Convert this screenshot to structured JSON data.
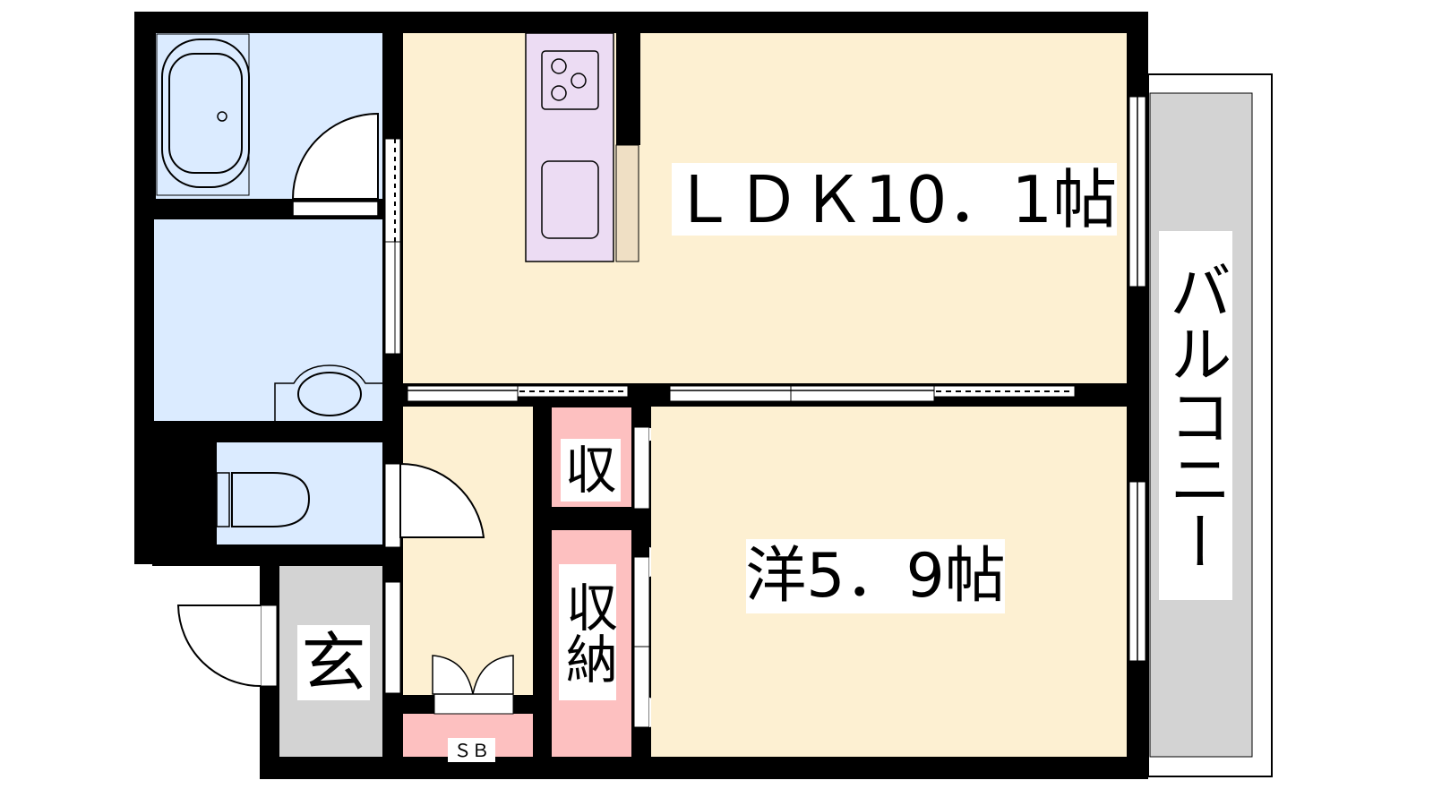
{
  "rooms": {
    "ldk": "ＬＤＫ10．1帖",
    "western": "洋5．9帖",
    "balcony": "バルコニー",
    "storage_small": "収",
    "storage_large": "収納",
    "entrance": "玄",
    "shoe_box": "ＳＢ"
  },
  "colors": {
    "wet_area": "#dbebff",
    "living": "#fdf0d2",
    "kitchen": "#ecdcf3",
    "storage": "#fdc0c0",
    "entrance_floor": "#d3d3d3",
    "balcony_floor": "#d3d3d3",
    "wall": "#000000"
  }
}
